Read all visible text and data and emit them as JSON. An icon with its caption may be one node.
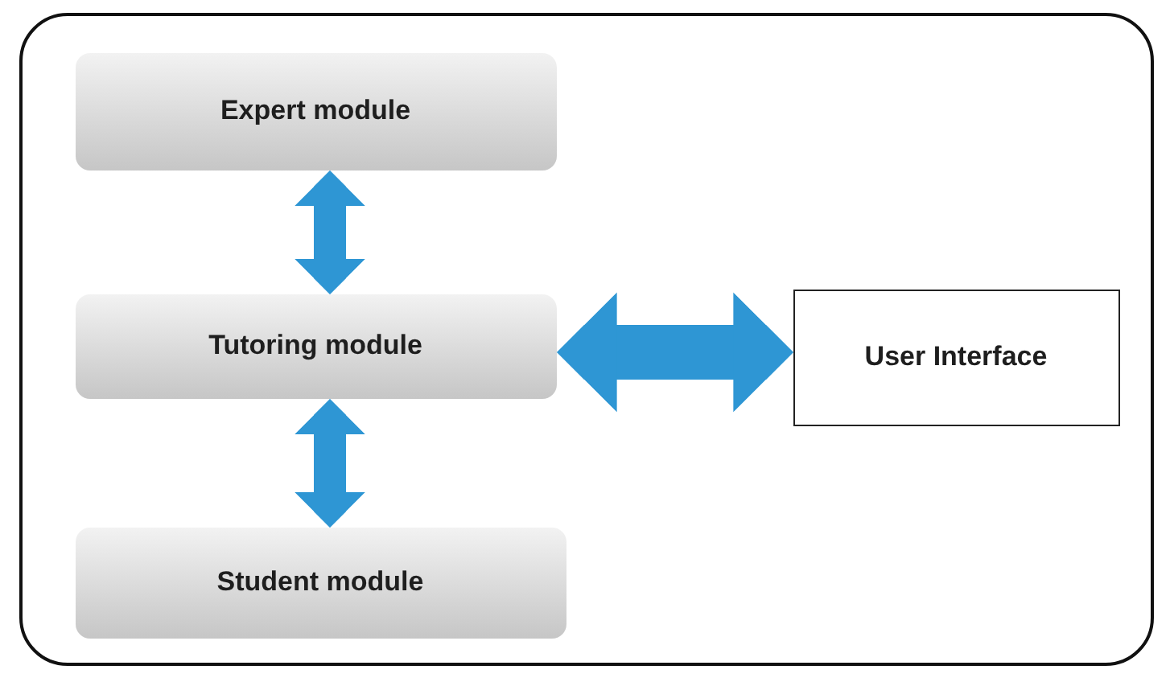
{
  "diagram": {
    "nodes": [
      {
        "text": [],
        "shape": "box"
      },
      {
        "text": [
          "Expert module"
        ],
        "in": 0
      },
      {
        "text": [
          "Tutoring module"
        ],
        "in": 0
      },
      {
        "text": [
          "Student module"
        ],
        "in": 0
      },
      {
        "text": [
          "User Interface"
        ],
        "in": 0
      }
    ],
    "edges": [
      {
        "from": 1,
        "to": 2,
        "arrow": "both"
      },
      {
        "from": 2,
        "to": 3,
        "arrow": "both"
      },
      {
        "from": 2,
        "to": 4,
        "arrow": "both"
      }
    ]
  }
}
